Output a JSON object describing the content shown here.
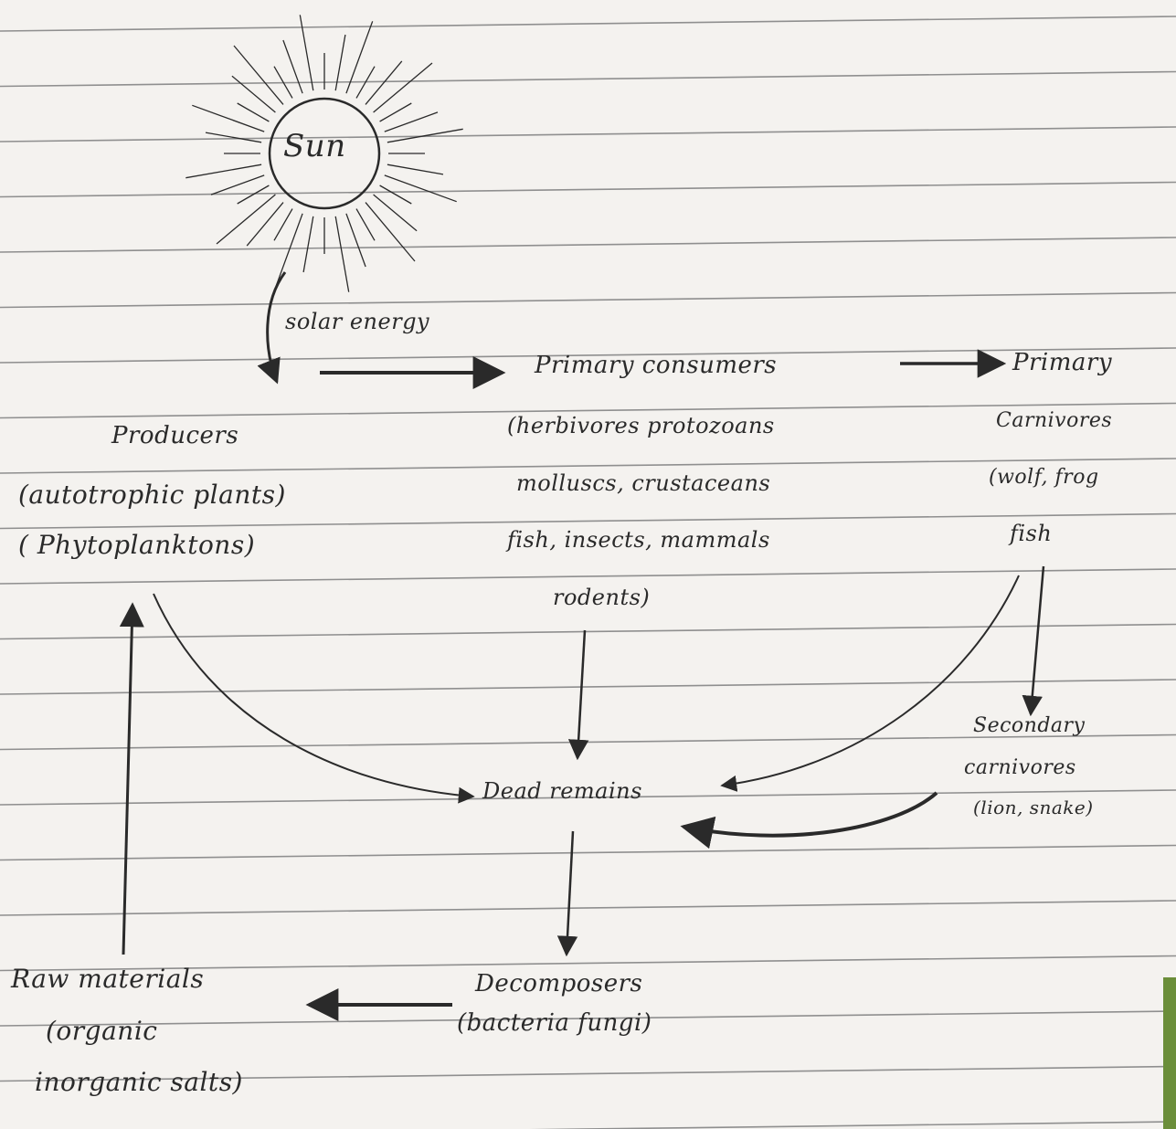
{
  "diagram": {
    "sun_label": "Sun",
    "solar_energy_label": "solar energy",
    "producers": {
      "title": "Producers",
      "line1": "(autotrophic plants)",
      "line2": "( Phytoplanktons)"
    },
    "primary_consumers": {
      "title": "Primary consumers",
      "line1": "(herbivores protozoans",
      "line2": "molluscs, crustaceans",
      "line3": "fish, insects, mammals",
      "line4": "rodents)"
    },
    "primary_carnivores": {
      "title": "Primary",
      "line1": "Carnivores",
      "line2": "(wolf, frog",
      "line3": "fish"
    },
    "secondary_carnivores": {
      "title": "Secondary",
      "line1": "carnivores",
      "line2": "(lion, snake)"
    },
    "dead_remains_label": "Dead remains",
    "decomposers": {
      "title": "Decomposers",
      "line1": "(bacteria fungi)"
    },
    "raw_materials": {
      "title": "Raw materials",
      "line1": "(organic",
      "line2": "inorganic salts)"
    },
    "colors": {
      "paper": "#f4f2ef",
      "rule_line": "#8f8f8f",
      "ink": "#2a2a2a"
    }
  }
}
